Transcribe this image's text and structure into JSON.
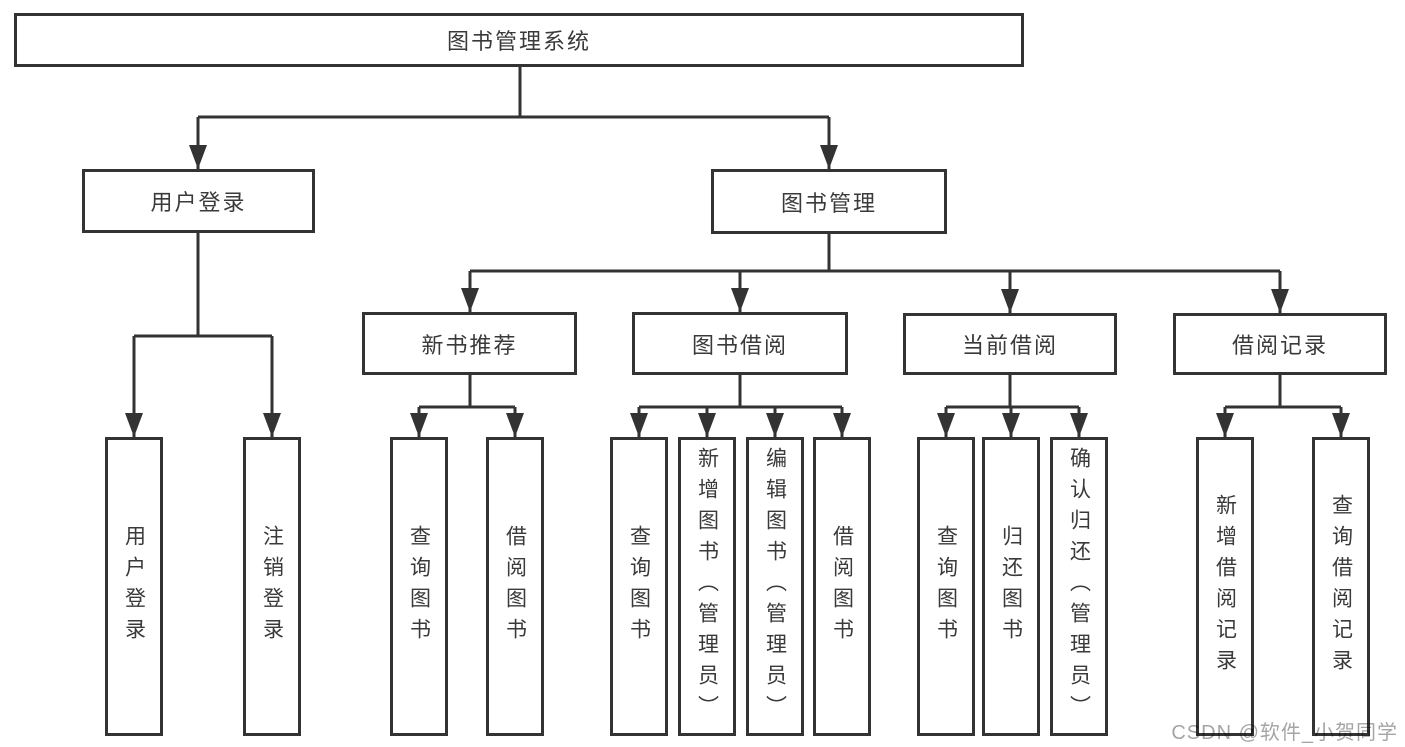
{
  "tree": {
    "root": {
      "label": "图书管理系统"
    },
    "branches": [
      {
        "label": "用户登录",
        "children": [
          {
            "label": "用户登录"
          },
          {
            "label": "注销登录"
          }
        ]
      },
      {
        "label": "图书管理",
        "children": [
          {
            "label": "新书推荐",
            "children": [
              {
                "label": "查询图书"
              },
              {
                "label": "借阅图书"
              }
            ]
          },
          {
            "label": "图书借阅",
            "children": [
              {
                "label": "查询图书"
              },
              {
                "label": "新增图书（管理员）"
              },
              {
                "label": "编辑图书（管理员）"
              },
              {
                "label": "借阅图书"
              }
            ]
          },
          {
            "label": "当前借阅",
            "children": [
              {
                "label": "查询图书"
              },
              {
                "label": "归还图书"
              },
              {
                "label": "确认归还（管理员）"
              }
            ]
          },
          {
            "label": "借阅记录",
            "children": [
              {
                "label": "新增借阅记录"
              },
              {
                "label": "查询借阅记录"
              }
            ]
          }
        ]
      }
    ]
  },
  "watermark": {
    "text": "CSDN @软件_小贺同学"
  },
  "colors": {
    "line": "#333333",
    "box_border": "#333333",
    "box_background": "#ffffff",
    "text": "#3a3a3a",
    "watermark": "#9b9b9b"
  }
}
